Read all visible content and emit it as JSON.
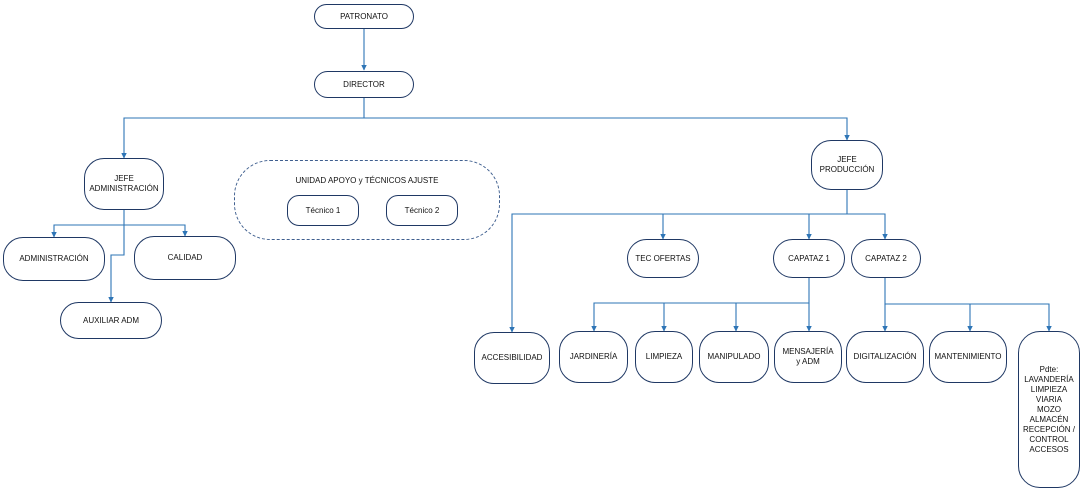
{
  "nodes": {
    "patronato": "PATRONATO",
    "director": "DIRECTOR",
    "jefe_administracion": "JEFE\nADMINISTRACIÓN",
    "administracion": "ADMINISTRACIÓN",
    "calidad": "CALIDAD",
    "auxiliar_adm": "AUXILIAR ADM",
    "jefe_produccion": "JEFE\nPRODUCCIÓN",
    "tec_ofertas": "TEC OFERTAS",
    "capataz_1": "CAPATAZ 1",
    "capataz_2": "CAPATAZ 2",
    "accesibilidad": "ACCESIBILIDAD",
    "jardineria": "JARDINERÍA",
    "limpieza": "LIMPIEZA",
    "manipulado": "MANIPULADO",
    "mensajeria": "MENSAJERÍA\ny ADM",
    "digitalizacion": "DIGITALIZACIÓN",
    "mantenimiento": "MANTENIMIENTO",
    "pendiente": "Pdte:\nLAVANDERÍA\nLIMPIEZA\nVIARIA\nMOZO\nALMACÉN\nRECEPCIÓN /\nCONTROL\nACCESOS"
  },
  "support_unit": {
    "title": "UNIDAD APOYO y TÉCNICOS AJUSTE",
    "tecnico_1": "Técnico 1",
    "tecnico_2": "Técnico 2"
  },
  "colors": {
    "connector": "#2e75b6",
    "node_border": "#1f3864"
  }
}
